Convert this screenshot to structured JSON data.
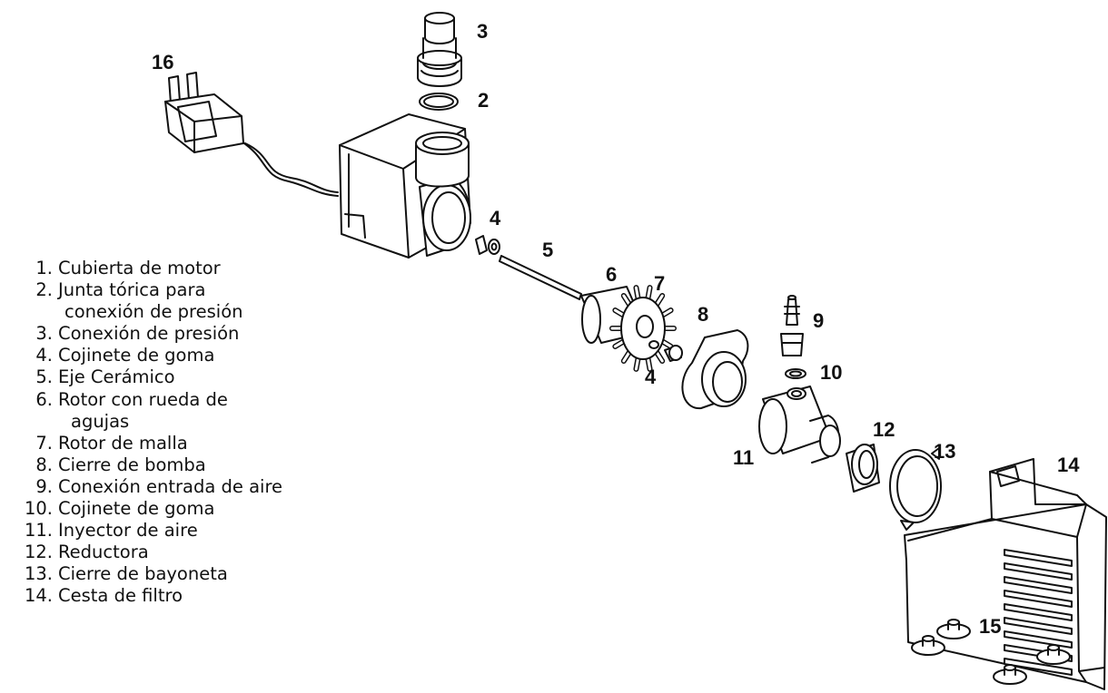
{
  "callouts": {
    "c16": "16",
    "c3": "3",
    "c2": "2",
    "c4a": "4",
    "c5": "5",
    "c6": "6",
    "c7": "7",
    "c8": "8",
    "c9": "9",
    "c4b": "4",
    "c10": "10",
    "c11": "11",
    "c12": "12",
    "c13": "13",
    "c14": "14",
    "c15": "15"
  },
  "legend": [
    {
      "num": "1.",
      "text": "Cubierta de motor"
    },
    {
      "num": "2.",
      "text": "Junta tórica para",
      "cont": "conexión de presión"
    },
    {
      "num": "3.",
      "text": "Conexión de presión"
    },
    {
      "num": "4.",
      "text": "Cojinete de goma"
    },
    {
      "num": "5.",
      "text": "Eje Cerámico"
    },
    {
      "num": "6.",
      "text": "Rotor con rueda de",
      "cont": "agujas"
    },
    {
      "num": "7.",
      "text": "Rotor de malla"
    },
    {
      "num": "8.",
      "text": "Cierre de bomba"
    },
    {
      "num": "9.",
      "text": "Conexión entrada de aire"
    },
    {
      "num": "10.",
      "text": "Cojinete de goma"
    },
    {
      "num": "11.",
      "text": "Inyector de aire"
    },
    {
      "num": "12.",
      "text": "Reductora"
    },
    {
      "num": "13.",
      "text": "Cierre de bayoneta"
    },
    {
      "num": "14.",
      "text": "Cesta de filtro"
    }
  ]
}
